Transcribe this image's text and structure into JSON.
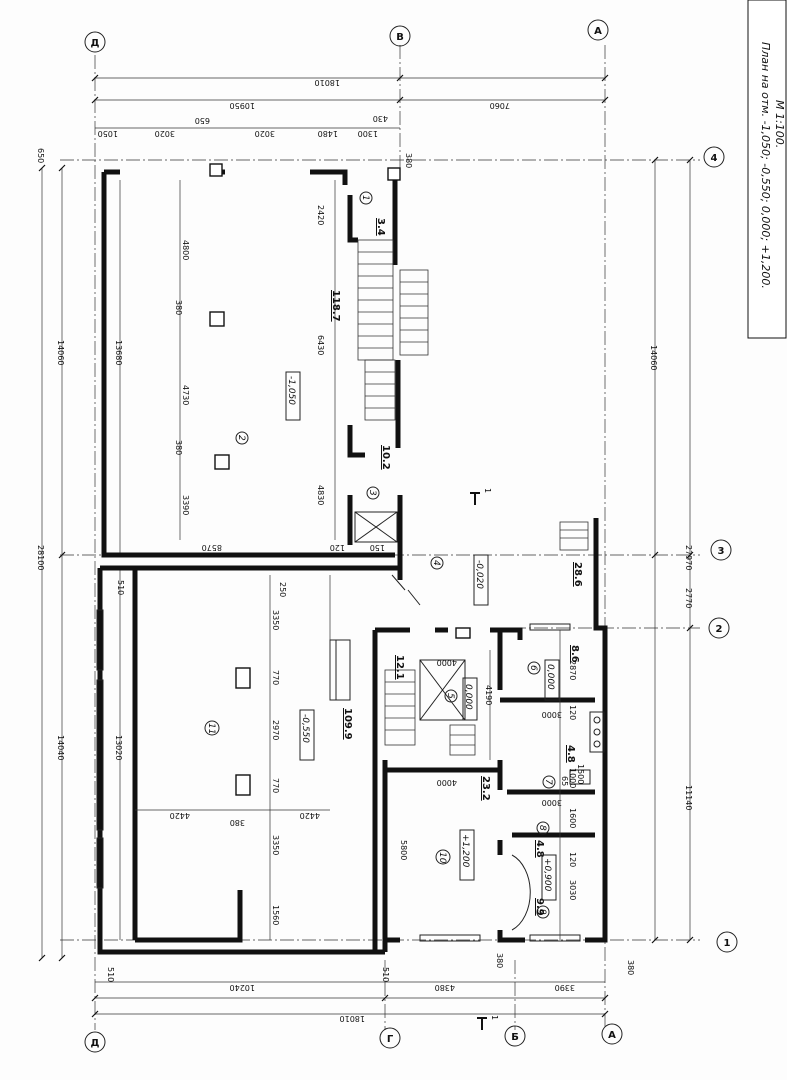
{
  "title": {
    "line1": "План на отм. -1,050; -0,550; 0,000; +1,200.",
    "line2": "М 1:100."
  },
  "axes": {
    "rows": [
      "Д",
      "В",
      "А",
      "Г",
      "Б",
      "А"
    ],
    "cols": [
      "4",
      "3",
      "2",
      "1"
    ]
  },
  "dims": {
    "top_outer": "18010",
    "top_left": "10950",
    "top_right": "7060",
    "top_row": [
      "1050",
      "3020",
      "3020",
      "1480",
      "1300"
    ],
    "top_small": [
      "650",
      "430",
      "380"
    ],
    "left_overall": "28100",
    "left_14060": "14060",
    "left_13680": "13680",
    "left_14040": "14040",
    "left_13020": "13020",
    "left_510": "510",
    "left_650": "650",
    "right_14060": "14060",
    "right_27970": "27970",
    "right_2770": "2770",
    "right_11140": "11140",
    "right_380": "380",
    "bottom_outer": "18010",
    "bottom_10240": "10240",
    "bottom_4380": "4380",
    "bottom_3390": "3390",
    "bottom_510a": "510",
    "bottom_510b": "510",
    "bottom_380a": "380",
    "bottom_380b": "380",
    "r2_col": [
      "4800",
      "4730",
      "3390"
    ],
    "r2_small": [
      "380",
      "380"
    ],
    "stair_col": [
      "2420",
      "6430",
      "4830"
    ],
    "stair_small": [
      "150",
      "120"
    ],
    "mid_8570": "8570",
    "r11_col": [
      "3350",
      "770",
      "2970",
      "770",
      "3350",
      "1560"
    ],
    "r11_250": "250",
    "r11_4420a": "4420",
    "r11_4420b": "4420",
    "r11_380": "380",
    "r10_5800": "5800",
    "r10_4000": "4000",
    "r5_4000": "4000",
    "r5_4190": "4190",
    "r6_2870": "2870",
    "r6_120a": "120",
    "r6_3000": "3000",
    "r7_1000": "1000",
    "r7_65": "65",
    "r7_1500": "1500",
    "r8_1600": "1600",
    "r8_3000": "3000",
    "r9_120": "120",
    "r9_3030": "3030",
    "section_mark": "1",
    "section_mark_bottom": "1"
  },
  "rooms": [
    {
      "num": "1",
      "area": "3.4"
    },
    {
      "num": "2",
      "area": "118.7",
      "level": "-1,050"
    },
    {
      "num": "3",
      "area": "10.2"
    },
    {
      "num": "4",
      "area": "28.6",
      "level": "-0,020"
    },
    {
      "num": "5",
      "area": "12.1",
      "level": "0,000"
    },
    {
      "num": "6",
      "area": "8.6",
      "level": "0,000"
    },
    {
      "num": "7",
      "area": "4.8"
    },
    {
      "num": "8",
      "area": "4.8"
    },
    {
      "num": "9",
      "area": "9.9",
      "level": "+0,900"
    },
    {
      "num": "10",
      "area": "23.2",
      "level": "+1,200"
    },
    {
      "num": "11",
      "area": "109.9",
      "level": "-0,550"
    }
  ]
}
